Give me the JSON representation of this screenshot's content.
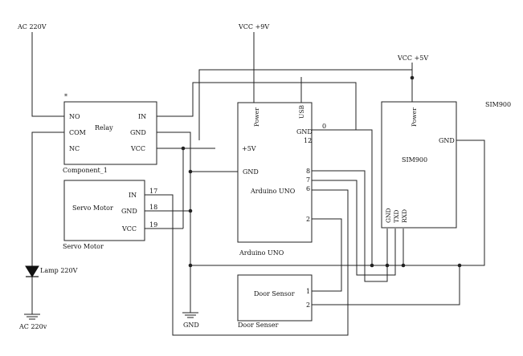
{
  "supplies": {
    "ac_in": "AC 220V",
    "ac_out": "AC 220v",
    "vcc9": "VCC +9V",
    "vcc5": "VCC +5V",
    "ground": "GND"
  },
  "relay": {
    "marker": "*",
    "name": "Relay",
    "caption": "Component_1",
    "pins": {
      "no": "NO",
      "com": "COM",
      "nc": "NC",
      "in": "IN",
      "gnd": "GND",
      "vcc": "VCC"
    }
  },
  "servo": {
    "name": "Servo Motor",
    "caption": "Servo Motor",
    "pins": {
      "in": "IN",
      "gnd": "GND",
      "vcc": "VCC"
    },
    "nets": {
      "in": "17",
      "gnd": "18",
      "vcc": "19"
    }
  },
  "lamp": {
    "label": "Lamp 220V"
  },
  "arduino": {
    "name": "Arduino UNO",
    "caption": "Arduino UNO",
    "pins": {
      "power": "Power",
      "usb": "USB",
      "gnd_top": "GND",
      "p12": "12",
      "p0": "0",
      "v5": "+5V",
      "gnd": "GND",
      "p8": "8",
      "p7": "7",
      "p6": "6",
      "p2": "2"
    }
  },
  "sim900": {
    "name": "SIM900",
    "title": "SIM900",
    "pins": {
      "power": "Power",
      "gnd_right": "GND",
      "gnd": "GND",
      "txd": "TXD",
      "rxd": "RXD"
    }
  },
  "door": {
    "name": "Door Sensor",
    "caption": "Door Senser",
    "pins": {
      "p1": "1",
      "p2": "2"
    }
  }
}
